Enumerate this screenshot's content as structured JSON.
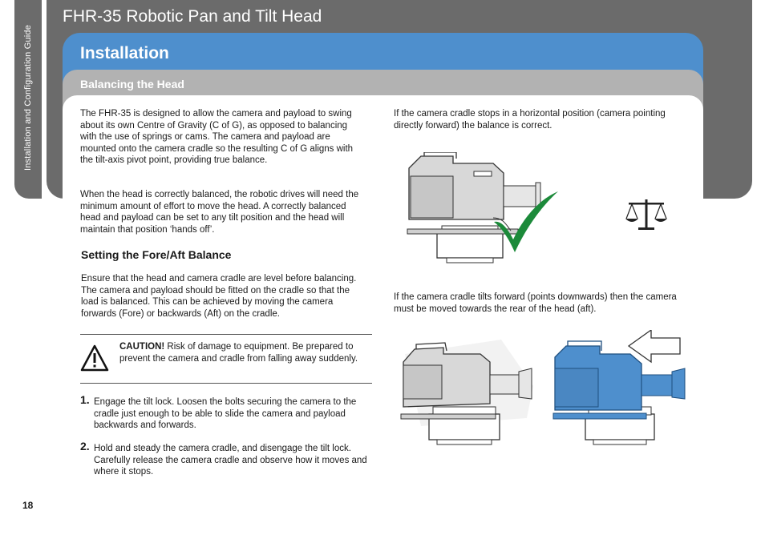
{
  "side_label": "Installation and Configuration Guide",
  "doc_title": "FHR-35 Robotic Pan and Tilt Head",
  "section_title": "Installation",
  "subsection_title": "Balancing the Head",
  "left": {
    "intro_p1": "The FHR-35 is designed to allow the camera and payload to swing about its own Centre of Gravity (C of G), as opposed to balancing with the use of springs or cams. The camera and payload are mounted onto the camera cradle so the resulting C of G aligns with the tilt-axis pivot point, providing true balance.",
    "intro_p2": "When the head is correctly balanced, the robotic drives will need the minimum amount of effort to move the head. A correctly balanced head and payload can be set to any tilt position and the head will maintain that position ‘hands off’.",
    "heading": "Setting the Fore/Aft Balance",
    "fore_aft_p": "Ensure that the head and camera cradle are level before balancing. The camera and payload should be fitted on the cradle so that the load is balanced. This can be achieved by moving the camera forwards (Fore) or backwards (Aft) on the cradle.",
    "caution_label": "CAUTION!",
    "caution_text": " Risk of damage to equipment. Be prepared to prevent the camera and cradle from falling away suddenly.",
    "steps": [
      {
        "num": "1.",
        "text": "Engage the tilt lock. Loosen the bolts securing the camera to the cradle just enough to be able to slide the camera and payload backwards and forwards."
      },
      {
        "num": "2.",
        "text": "Hold and steady the camera cradle, and disengage the tilt lock. Carefully release the camera cradle and observe how it moves and where it stops."
      }
    ]
  },
  "right": {
    "balanced_p": "If the camera cradle stops in a horizontal position (camera pointing directly forward) the balance is correct.",
    "tilted_p": "If the camera cradle tilts forward (points downwards) then the camera must be moved towards the rear of the head (aft)."
  },
  "icons": [
    "warning-triangle-icon",
    "check-mark-icon",
    "balance-scale-icon",
    "arrow-left-icon"
  ],
  "colors": {
    "banner": "#6b6b6b",
    "section_blue": "#4e8fcd",
    "sub_grey": "#b2b2b2",
    "check_green": "#1c8a3a",
    "camera_blue": "#4e8fcd"
  },
  "page_number": "18"
}
